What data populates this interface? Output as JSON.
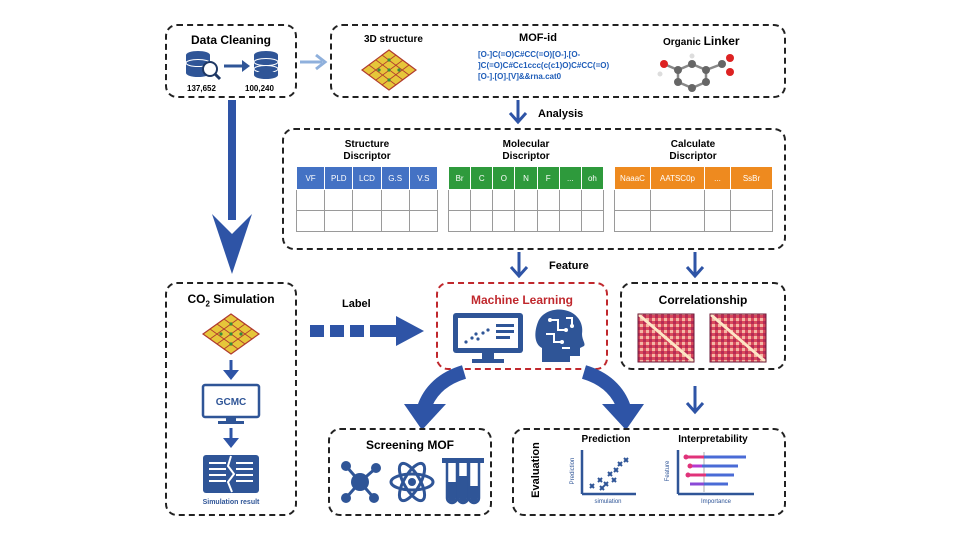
{
  "data_cleaning": {
    "title": "Data Cleaning",
    "count_before": "137,652",
    "count_after": "100,240"
  },
  "top_panel": {
    "structure_label": "3D structure",
    "mofid_label": "MOF-id",
    "mofid_lines": [
      "[O-]C(=O)C#CC(=O)[O-].[O-",
      "]C(=O)C#Cc1ccc(c(c1)O)C#CC(=O)",
      "[O-].[O].[V]&&rna.cat0"
    ],
    "linker_label_prefix": "Organic",
    "linker_label_suffix": "Linker"
  },
  "analysis_label": "Analysis",
  "descriptors": {
    "structure": {
      "title_line1": "Structure",
      "title_line2": "Discriptor",
      "headers": [
        "VF",
        "PLD",
        "LCD",
        "G.S",
        "V.S"
      ],
      "color": "#4472c4"
    },
    "molecular": {
      "title_line1": "Molecular",
      "title_line2": "Discriptor",
      "headers": [
        "Br",
        "C",
        "O",
        "N",
        "F",
        "...",
        "oh"
      ],
      "color": "#2e9a3c"
    },
    "calculate": {
      "title_line1": "Calculate",
      "title_line2": "Discriptor",
      "headers": [
        "NaaaC",
        "AATSC0p",
        "...",
        "SsBr"
      ],
      "color": "#ee8a1f"
    }
  },
  "feature_label": "Feature",
  "label_text": "Label",
  "co2_simulation": {
    "title_prefix": "CO",
    "title_sub": "2",
    "title_suffix": " Simulation",
    "gcmc": "GCMC",
    "result": "Simulation result"
  },
  "machine_learning": {
    "title": "Machine Learning",
    "color": "#c0282d"
  },
  "correlationship": {
    "title": "Correlationship"
  },
  "screening": {
    "title": "Screening MOF"
  },
  "evaluation": {
    "side_label": "Evaluation",
    "prediction_title": "Prediction",
    "interpretability_title": "Interpretability",
    "pred_ylabel": "Prediction",
    "pred_xlabel": "simulation",
    "interp_ylabel": "Feature",
    "interp_xlabel": "Importance"
  },
  "colors": {
    "arrow": "#2e54a6",
    "light_arrow": "#8fb0dc",
    "icon_blue": "#2f5597"
  }
}
